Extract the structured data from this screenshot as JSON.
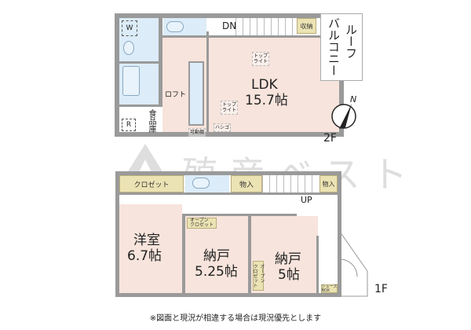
{
  "floor2": {
    "label": "2F",
    "ldk": {
      "name": "LDK",
      "size": "15.7帖"
    },
    "loft": "ロフト",
    "top_light_1": "トップ\nライト",
    "top_light_2": "トップ\nライト",
    "ladder": "ハシゴ",
    "movable_shelf": "可動棚",
    "storage": "収納",
    "pantry": "食品庫",
    "down": "DN",
    "washer": "W",
    "fridge": "R",
    "roof_balcony": "ルーフバルコニー",
    "roof_balcony_col1": "バルコニー",
    "roof_balcony_col2": "ルーフ",
    "compass": "N"
  },
  "floor1": {
    "label": "1F",
    "western_room": {
      "name": "洋室",
      "size": "6.7帖"
    },
    "storeroom_1": {
      "name": "納戸",
      "size": "5.25帖"
    },
    "storeroom_2": {
      "name": "納戸",
      "size": "5帖"
    },
    "closet": "クロゼット",
    "open_closet_1": "オープン\nクロゼット",
    "open_closet_2": "オープン\nクロゼット",
    "storage_1": "物入",
    "storage_2": "物入",
    "shoe_cabinet": "シューズ\nBOX",
    "up": "UP"
  },
  "watermark": "殖産ベスト",
  "disclaimer": "※図面と現況が相違する場合は現況優先とします"
}
